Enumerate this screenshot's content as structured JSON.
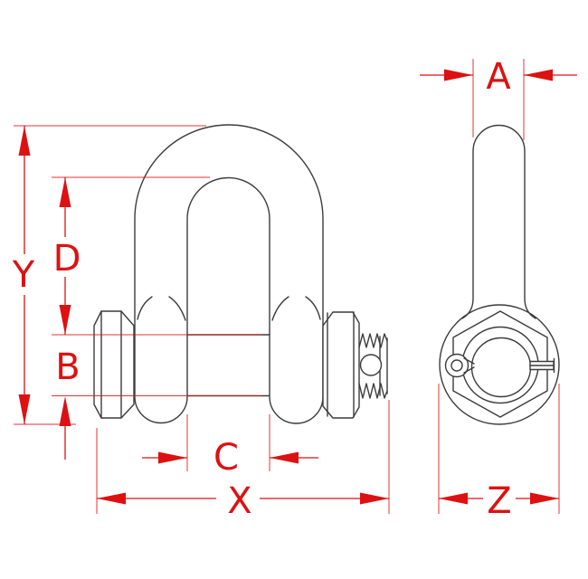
{
  "drawing": {
    "kind": "technical-dimension-drawing",
    "subject": "bolt-type chain shackle, front view and side view",
    "colors": {
      "dimension_red": "#dd1111",
      "outline_gray": "#3c3c3c",
      "background": "#ffffff"
    },
    "dimensions": {
      "a": "A",
      "b": "B",
      "c": "C",
      "d": "D",
      "x": "X",
      "y": "Y",
      "z": "Z"
    }
  }
}
